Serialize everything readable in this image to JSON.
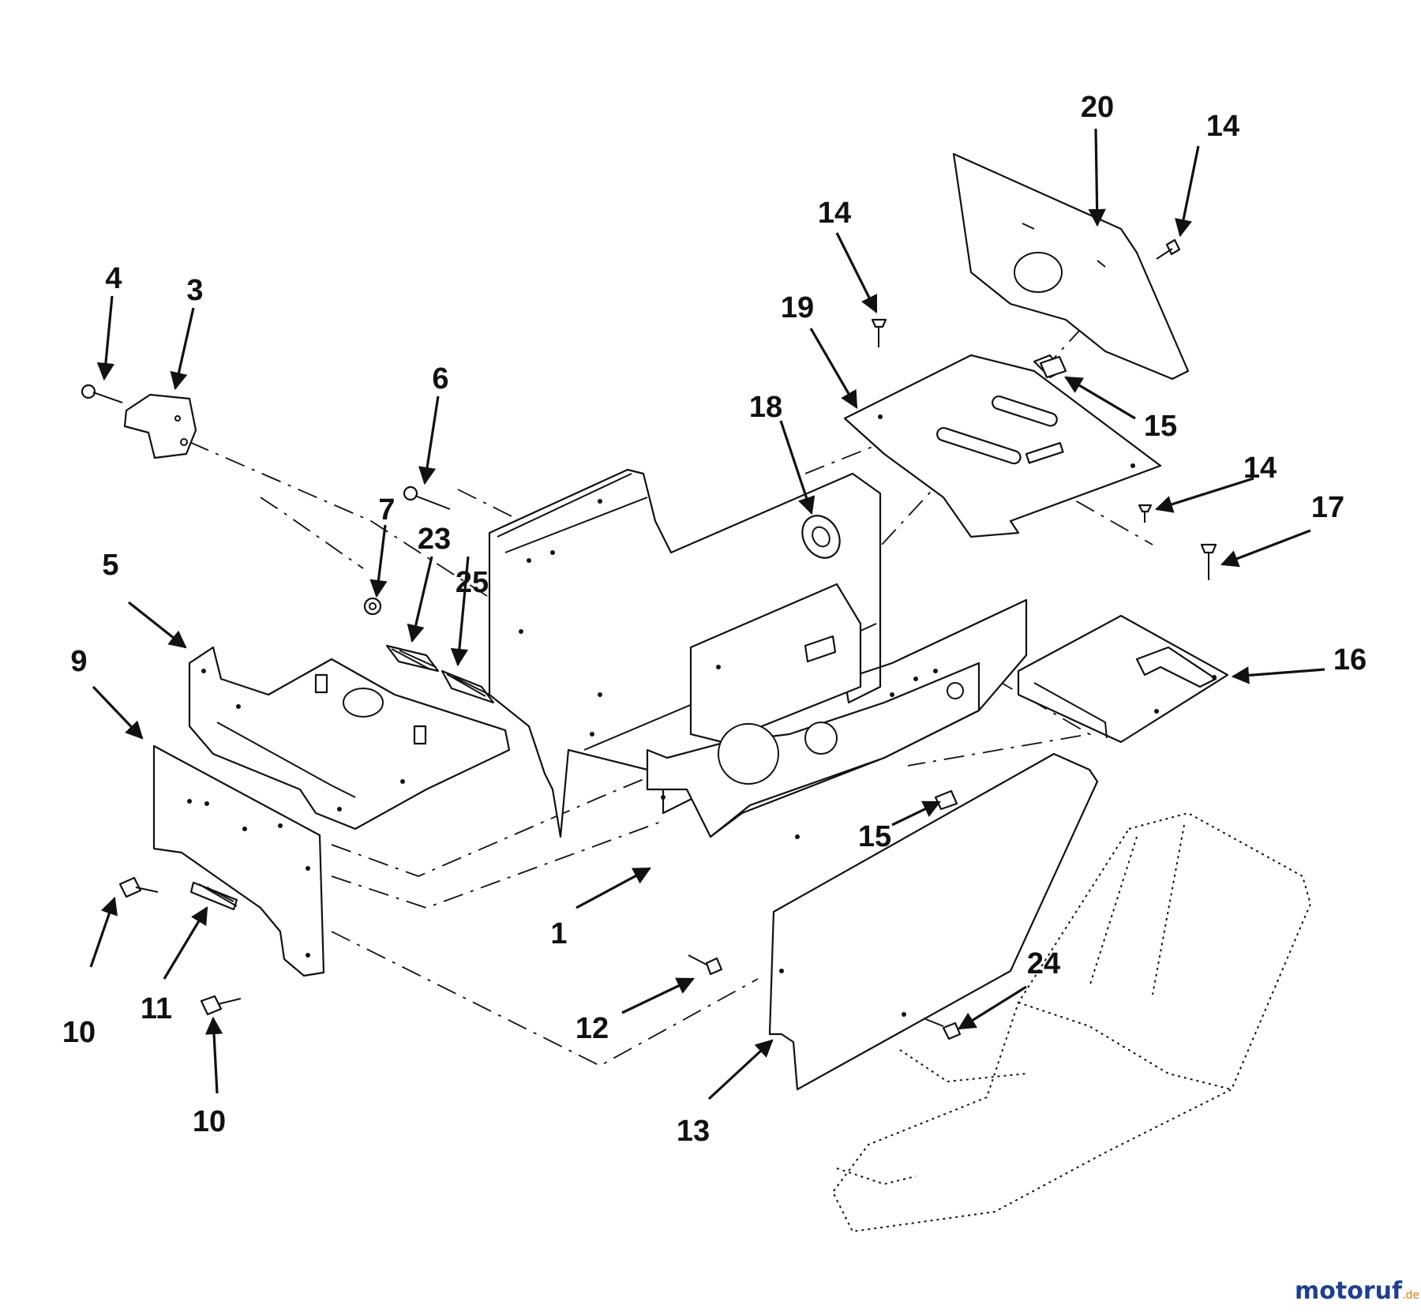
{
  "callouts": {
    "c1": "1",
    "c3": "3",
    "c4": "4",
    "c5": "5",
    "c6": "6",
    "c7": "7",
    "c9": "9",
    "c10a": "10",
    "c10b": "10",
    "c11": "11",
    "c12": "12",
    "c13": "13",
    "c14a": "14",
    "c14b": "14",
    "c14c": "14",
    "c15a": "15",
    "c15b": "15",
    "c16": "16",
    "c17": "17",
    "c18": "18",
    "c19": "19",
    "c20": "20",
    "c23": "23",
    "c24": "24",
    "c25": "25"
  },
  "watermark": {
    "brand": "motoruf",
    "tld": ".de"
  },
  "colors": {
    "line": "#111111",
    "background": "#ffffff",
    "watermark_blue": "#1f3f8f",
    "watermark_orange": "#e07a10"
  }
}
